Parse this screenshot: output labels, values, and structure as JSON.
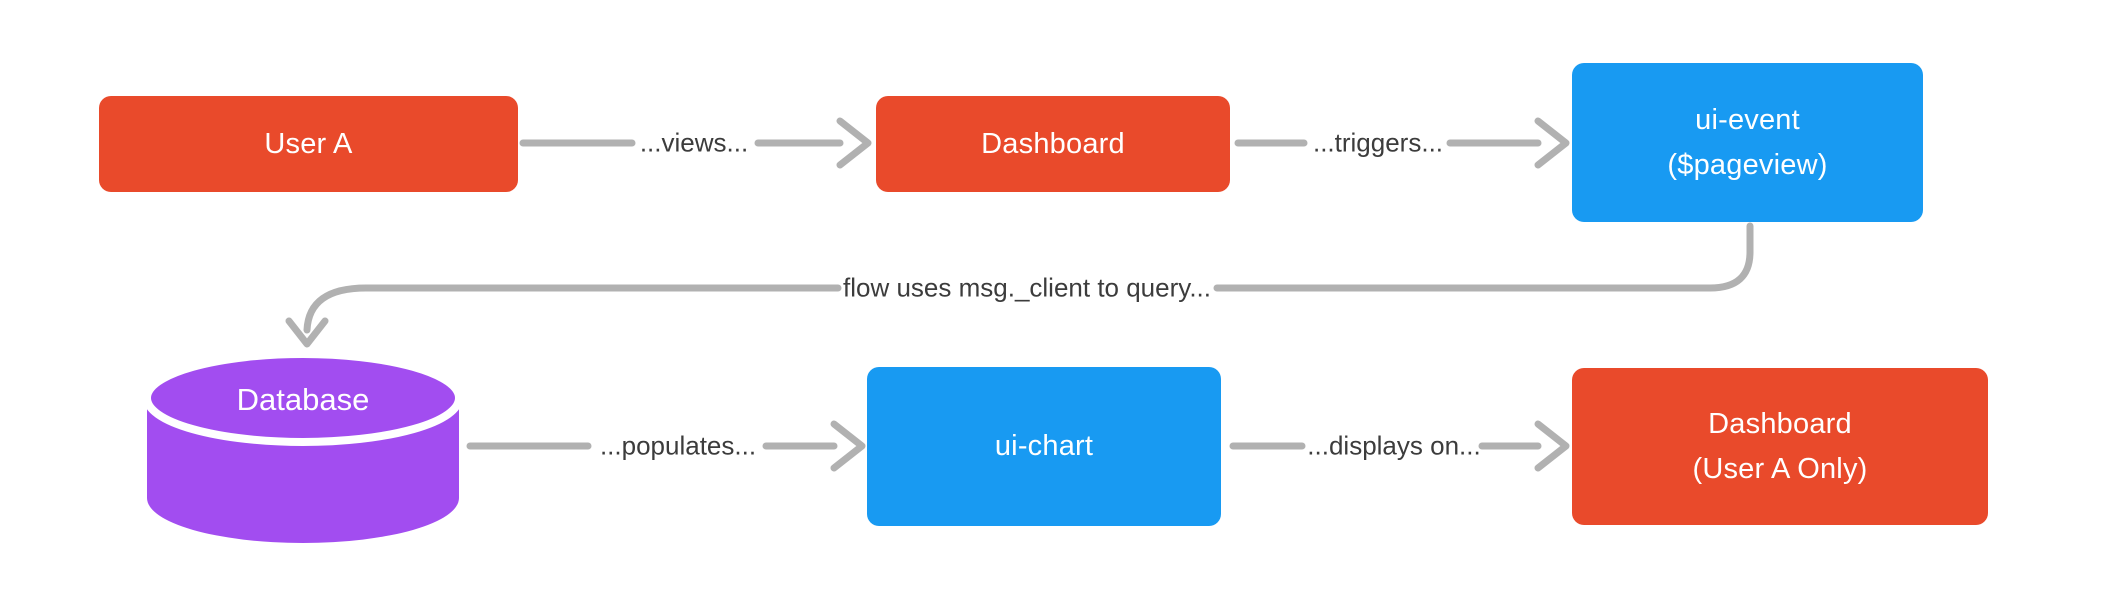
{
  "diagram": {
    "title": "flow diagram",
    "nodes": {
      "user_a": {
        "label": "User A"
      },
      "dashboard": {
        "label": "Dashboard"
      },
      "ui_event": {
        "line1": "ui-event",
        "line2": "($pageview)"
      },
      "database": {
        "label": "Database"
      },
      "ui_chart": {
        "label": "ui-chart"
      },
      "dashboard_user_a_only": {
        "line1": "Dashboard",
        "line2": "(User A Only)"
      }
    },
    "edges": {
      "views": {
        "label": "...views...",
        "from": "User A",
        "to": "Dashboard"
      },
      "triggers": {
        "label": "...triggers...",
        "from": "Dashboard",
        "to": "ui-event ($pageview)"
      },
      "query": {
        "label": "flow uses msg._client to query...",
        "from": "ui-event ($pageview)",
        "to": "Database"
      },
      "populates": {
        "label": "...populates...",
        "from": "Database",
        "to": "ui-chart"
      },
      "displays_on": {
        "label": "...displays on...",
        "from": "ui-chart",
        "to": "Dashboard (User A Only)"
      }
    },
    "colors": {
      "node_orange": "#e94a2b",
      "node_blue": "#189af2",
      "node_purple": "#a24df0",
      "arrow_gray": "#b1b1b1",
      "label_text": "#3c3c3c",
      "node_text": "#ffffff",
      "cylinder_gap": "#ffffff",
      "background": "#ffffff"
    }
  }
}
